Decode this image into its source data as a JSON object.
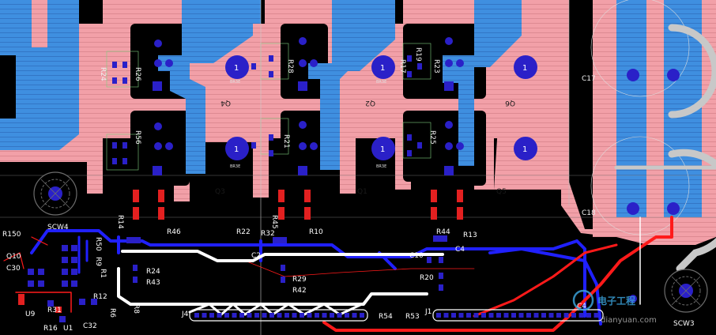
{
  "colors": {
    "background": "#000000",
    "top_copper_pour": "#f2a0a8",
    "bottom_copper_pour": "#3f8fe0",
    "top_trace": "#ff1a1a",
    "bottom_trace": "#2020ff",
    "silkscreen": "#ffffff",
    "pad": "#2a20c8",
    "hatch": "#d88088"
  },
  "transistors": [
    {
      "ref": "Q4",
      "pin": "1",
      "marking": "BR3E"
    },
    {
      "ref": "Q2",
      "pin": "1",
      "marking": "BR3E"
    },
    {
      "ref": "Q6",
      "pin": "1",
      "marking": ""
    },
    {
      "ref": "Q3",
      "pin": "1",
      "marking": "BR3E"
    },
    {
      "ref": "Q1",
      "pin": "1",
      "marking": "BR3E"
    },
    {
      "ref": "Q5",
      "pin": "1",
      "marking": ""
    }
  ],
  "labels": {
    "r26": "R26",
    "r28": "R28",
    "r17": "R17",
    "r19": "R19",
    "r23": "R23",
    "r24": "R24",
    "r21": "R21",
    "r25": "R25",
    "r56": "R56",
    "c17": "C17",
    "c18": "C18",
    "c2": "C2",
    "c10": "C10",
    "c4": "C4",
    "r46": "R46",
    "r22": "R22",
    "r32": "R32",
    "r45": "R45",
    "r10": "R10",
    "r44": "R44",
    "r13": "R13",
    "r43": "R43",
    "r29": "R29",
    "r42": "R42",
    "r20": "R20",
    "r54": "R54",
    "r53": "R53",
    "r150": "R150",
    "r9": "R9",
    "r8": "R8",
    "r6": "R6",
    "r1": "R1",
    "r50": "R50",
    "r12": "R12",
    "r16": "R16",
    "c30": "C30",
    "c32": "C32",
    "q10": "Q10",
    "u1": "U1",
    "u9": "U9",
    "r31": "R31",
    "j1": "J1",
    "j4": "J4",
    "scw4": "SCW4",
    "scw3": "SCW3",
    "r14": "R14"
  },
  "watermark": {
    "text": "电子工程",
    "url": "dianyuan.com"
  }
}
